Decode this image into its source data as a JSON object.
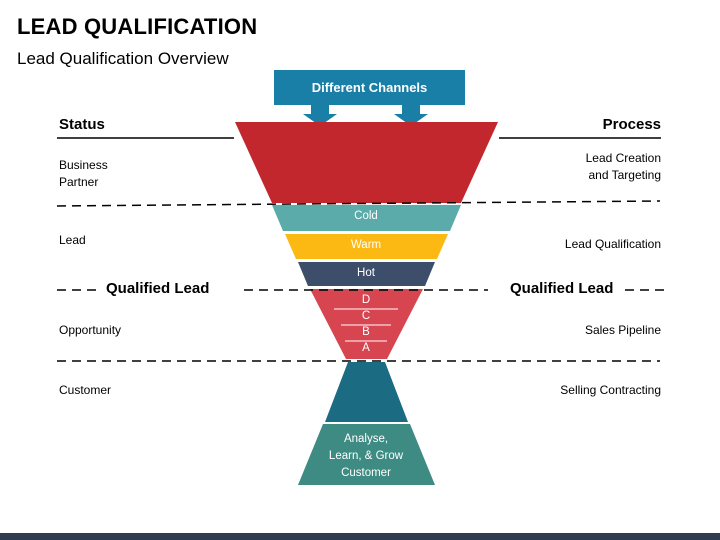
{
  "title": "LEAD QUALIFICATION",
  "subtitle": "Lead Qualification Overview",
  "channels": "Different Channels",
  "headers": {
    "status": "Status",
    "process": "Process"
  },
  "left_labels": {
    "business": "Business",
    "partner": "Partner",
    "lead": "Lead",
    "qualified": "Qualified Lead",
    "opportunity": "Opportunity",
    "customer": "Customer"
  },
  "right_labels": {
    "creation": "Lead Creation",
    "targeting": "and Targeting",
    "qualification": "Lead Qualification",
    "qualified": "Qualified Lead",
    "pipeline": "Sales Pipeline",
    "contracting": "Selling Contracting"
  },
  "funnel": {
    "cold": "Cold",
    "warm": "Warm",
    "hot": "Hot",
    "grades": [
      "D",
      "C",
      "B",
      "A"
    ],
    "bottom": [
      "Analyse,",
      "Learn, & Grow",
      "Customer"
    ]
  },
  "colors": {
    "red": "#c1272d",
    "teal": "#5aaba9",
    "yellow": "#fdb913",
    "navy": "#3d4e6a",
    "pink_red": "#d64550",
    "dark_teal": "#1b6b83",
    "green_teal": "#3d8b82",
    "blue": "#1a7fa6"
  }
}
